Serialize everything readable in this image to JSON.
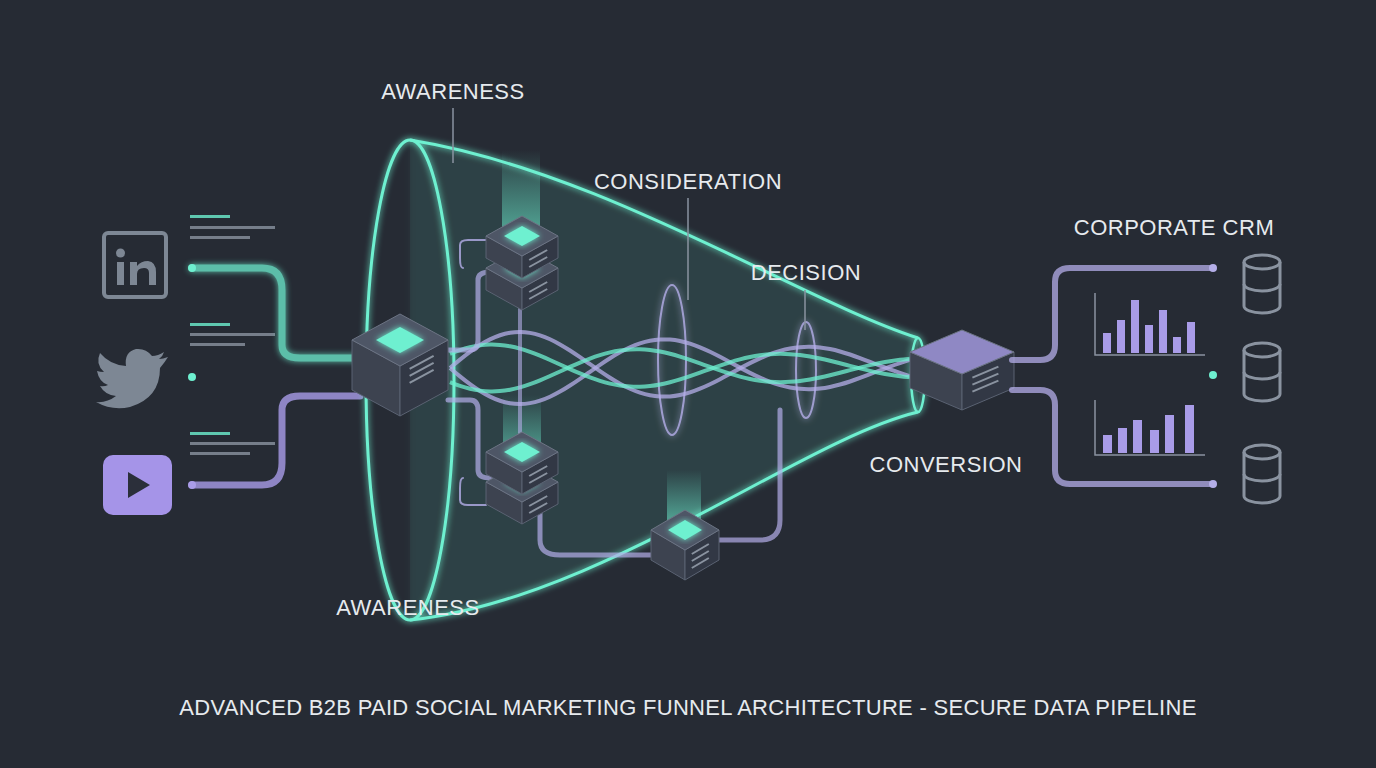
{
  "diagram": {
    "caption": "ADVANCED B2B PAID SOCIAL MARKETING FUNNEL ARCHITECTURE - SECURE DATA PIPELINE",
    "labels": [
      "AWARENESS",
      "CONSIDERATION",
      "DECISION",
      "CORPORATE CRM",
      "CONVERSION",
      "AWARENESS"
    ]
  }
}
